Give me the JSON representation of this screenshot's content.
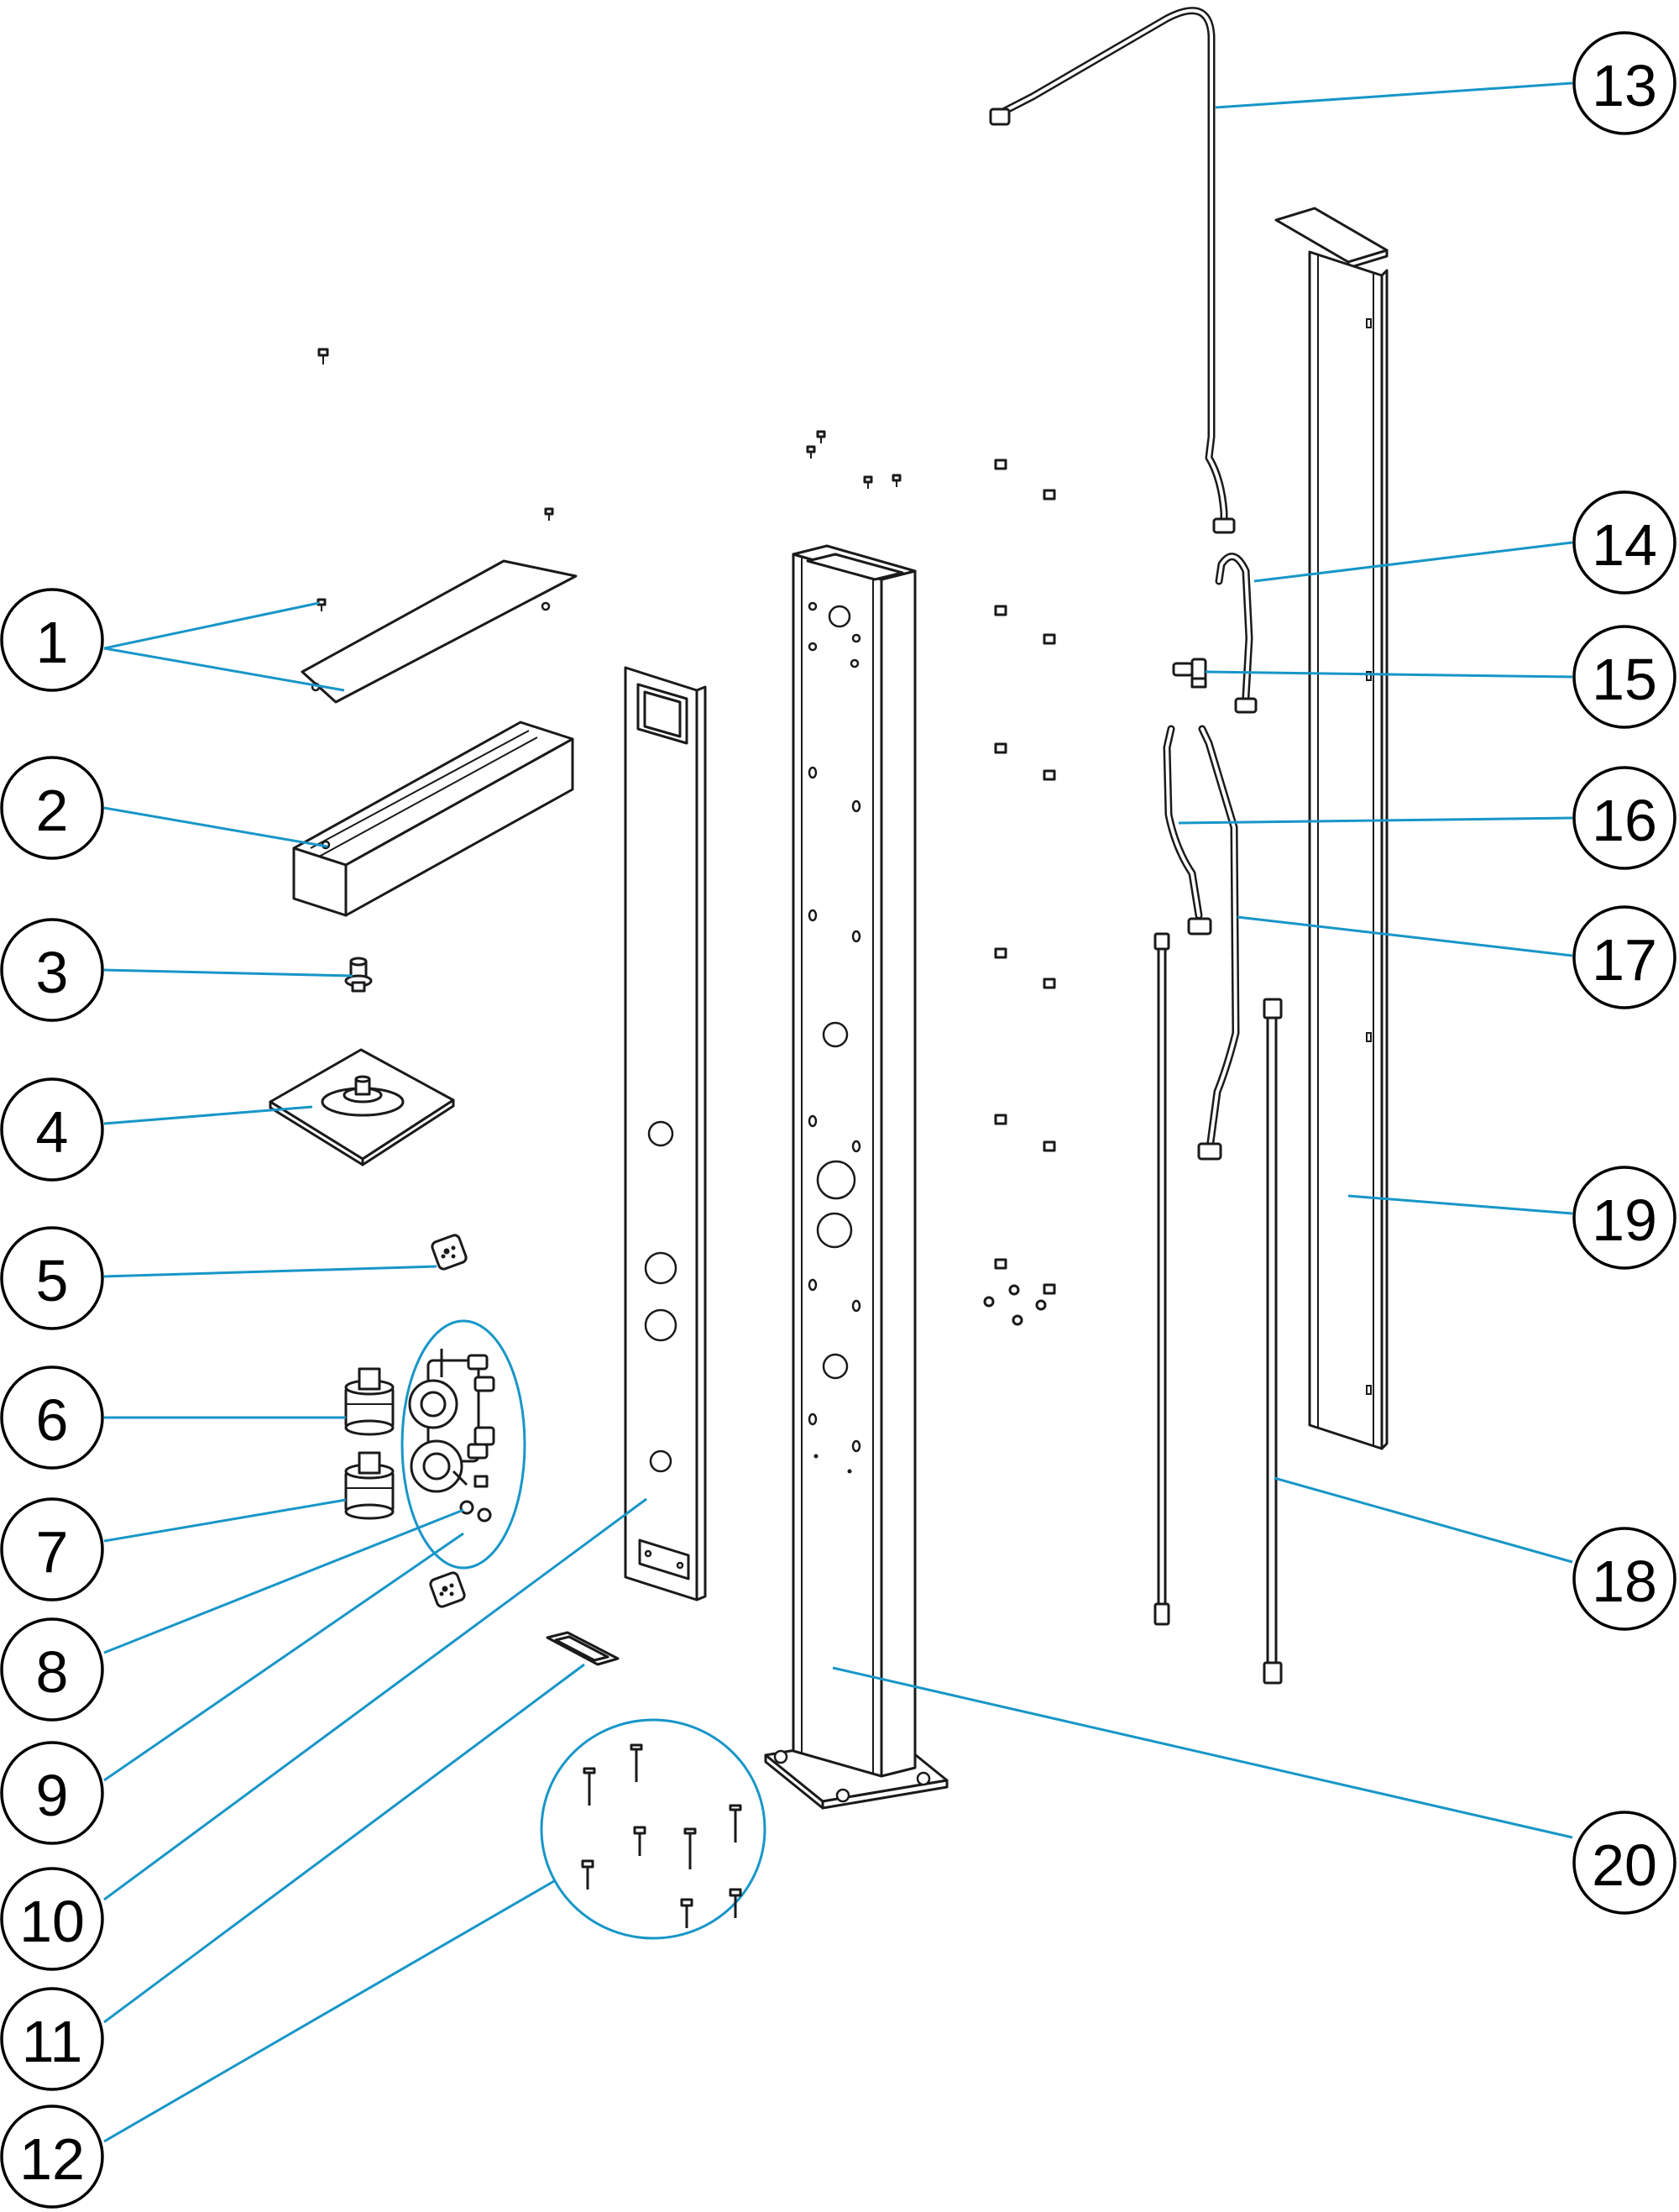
{
  "callouts": [
    {
      "number": "1"
    },
    {
      "number": "2"
    },
    {
      "number": "3"
    },
    {
      "number": "4"
    },
    {
      "number": "5"
    },
    {
      "number": "6"
    },
    {
      "number": "7"
    },
    {
      "number": "8"
    },
    {
      "number": "9"
    },
    {
      "number": "10"
    },
    {
      "number": "11"
    },
    {
      "number": "12"
    },
    {
      "number": "13"
    },
    {
      "number": "14"
    },
    {
      "number": "15"
    },
    {
      "number": "16"
    },
    {
      "number": "17"
    },
    {
      "number": "18"
    },
    {
      "number": "19"
    },
    {
      "number": "20"
    }
  ],
  "colors": {
    "leader": "#1796c8",
    "outline": "#1a1a1a",
    "background": "#ffffff"
  }
}
